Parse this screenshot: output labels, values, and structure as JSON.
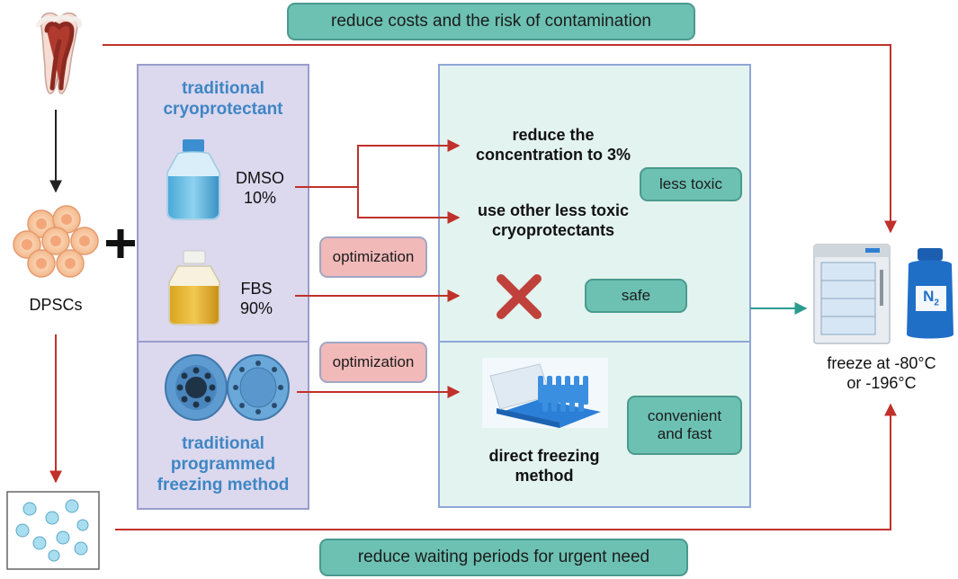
{
  "top_banner": "reduce costs and  the risk of contamination",
  "bottom_banner": "reduce waiting periods for urgent need",
  "source_label": "DPSCs",
  "cryoprotectant": {
    "title_line1": "traditional",
    "title_line2": "cryoprotectant",
    "dmso_name": "DMSO",
    "dmso_pct": "10%",
    "fbs_name": "FBS",
    "fbs_pct": "90%"
  },
  "freezing": {
    "title_line1": "traditional",
    "title_line2": "programmed",
    "title_line3": "freezing method"
  },
  "optimization_1": "optimization",
  "optimization_2": "optimization",
  "result": {
    "reduce_line1": "reduce the",
    "reduce_line2": "concentration to 3%",
    "other_line1": "use other less toxic",
    "other_line2": "cryoprotectants",
    "less_toxic": "less toxic",
    "safe": "safe",
    "direct_line1": "direct freezing",
    "direct_line2": "method",
    "convenient_line1": "convenient",
    "convenient_line2": "and fast"
  },
  "storage": {
    "n2_label": "N",
    "n2_sub": "2",
    "freeze_line1": "freeze at -80°C",
    "freeze_line2": "or -196°C"
  },
  "colors": {
    "arrow_red": "#c0312b",
    "arrow_teal": "#2a9d8f",
    "panel_purple": "#dcd8ee",
    "panel_teal": "#e3f3ef",
    "pill_teal": "#6cc1b3",
    "pill_pink": "#f2b9b9"
  }
}
